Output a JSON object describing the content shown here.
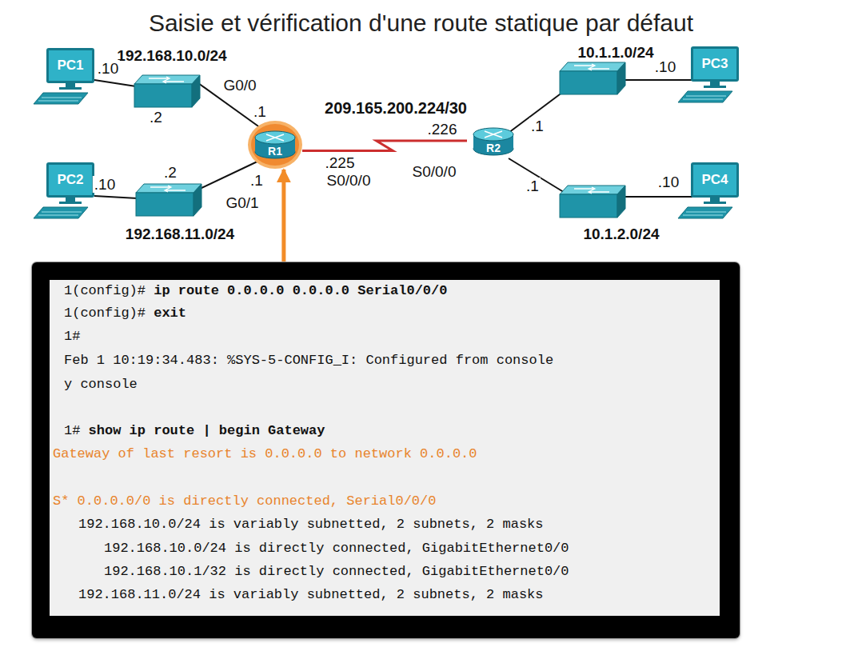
{
  "diagram": {
    "title": "Saisie et vérification d'une route statique par défaut",
    "nodes": [
      {
        "text": [
          "PC1"
        ]
      },
      {
        "text": [
          "R1"
        ]
      },
      {
        "text": [
          "R2"
        ]
      },
      {
        "text": [
          "PC3"
        ]
      },
      {
        "text": [
          "PC2"
        ]
      },
      {
        "text": [
          "PC4"
        ]
      },
      {
        "text": [
          "1(config)#",
          "ip route 0.0.0.0 0.0.0.0 Serial0/0/0",
          "1(config)#",
          "exit",
          "1#",
          "Feb 1 10:19:34.483: %SYS-5-CONFIG_I: Configured from console",
          "y console",
          "1#",
          "show ip route | begin Gateway",
          "Gateway of last resort is 0.0.0.0 to network 0.0.0.0",
          "S* 0.0.0.0/0 is directly connected, Serial0/0/0",
          "192.168.10.0/24 is variably subnetted, 2 subnets, 2 masks",
          "192.168.10.0/24 is directly connected, GigabitEthernet0/0",
          "192.168.10.1/32 is directly connected, GigabitEthernet0/0",
          "192.168.11.0/24 is variably subnetted, 2 subnets, 2 masks"
        ]
      }
    ],
    "edges": [
      {
        "from": 1,
        "to": 2,
        "arrow": "none"
      },
      {
        "from": 6,
        "to": 1,
        "arrow": "to"
      }
    ],
    "labels": [
      "192.168.10.0/24",
      ".10",
      "G0/0",
      ".2",
      ".1",
      "209.165.200.224/30",
      "10.1.1.0/24",
      ".10",
      ".1",
      ".225",
      ".226",
      "S0/0/0",
      "S0/0/0",
      ".2",
      ".10",
      ".1",
      ".1",
      ".10",
      "G0/1",
      "192.168.11.0/24",
      "10.1.2.0/24"
    ]
  }
}
